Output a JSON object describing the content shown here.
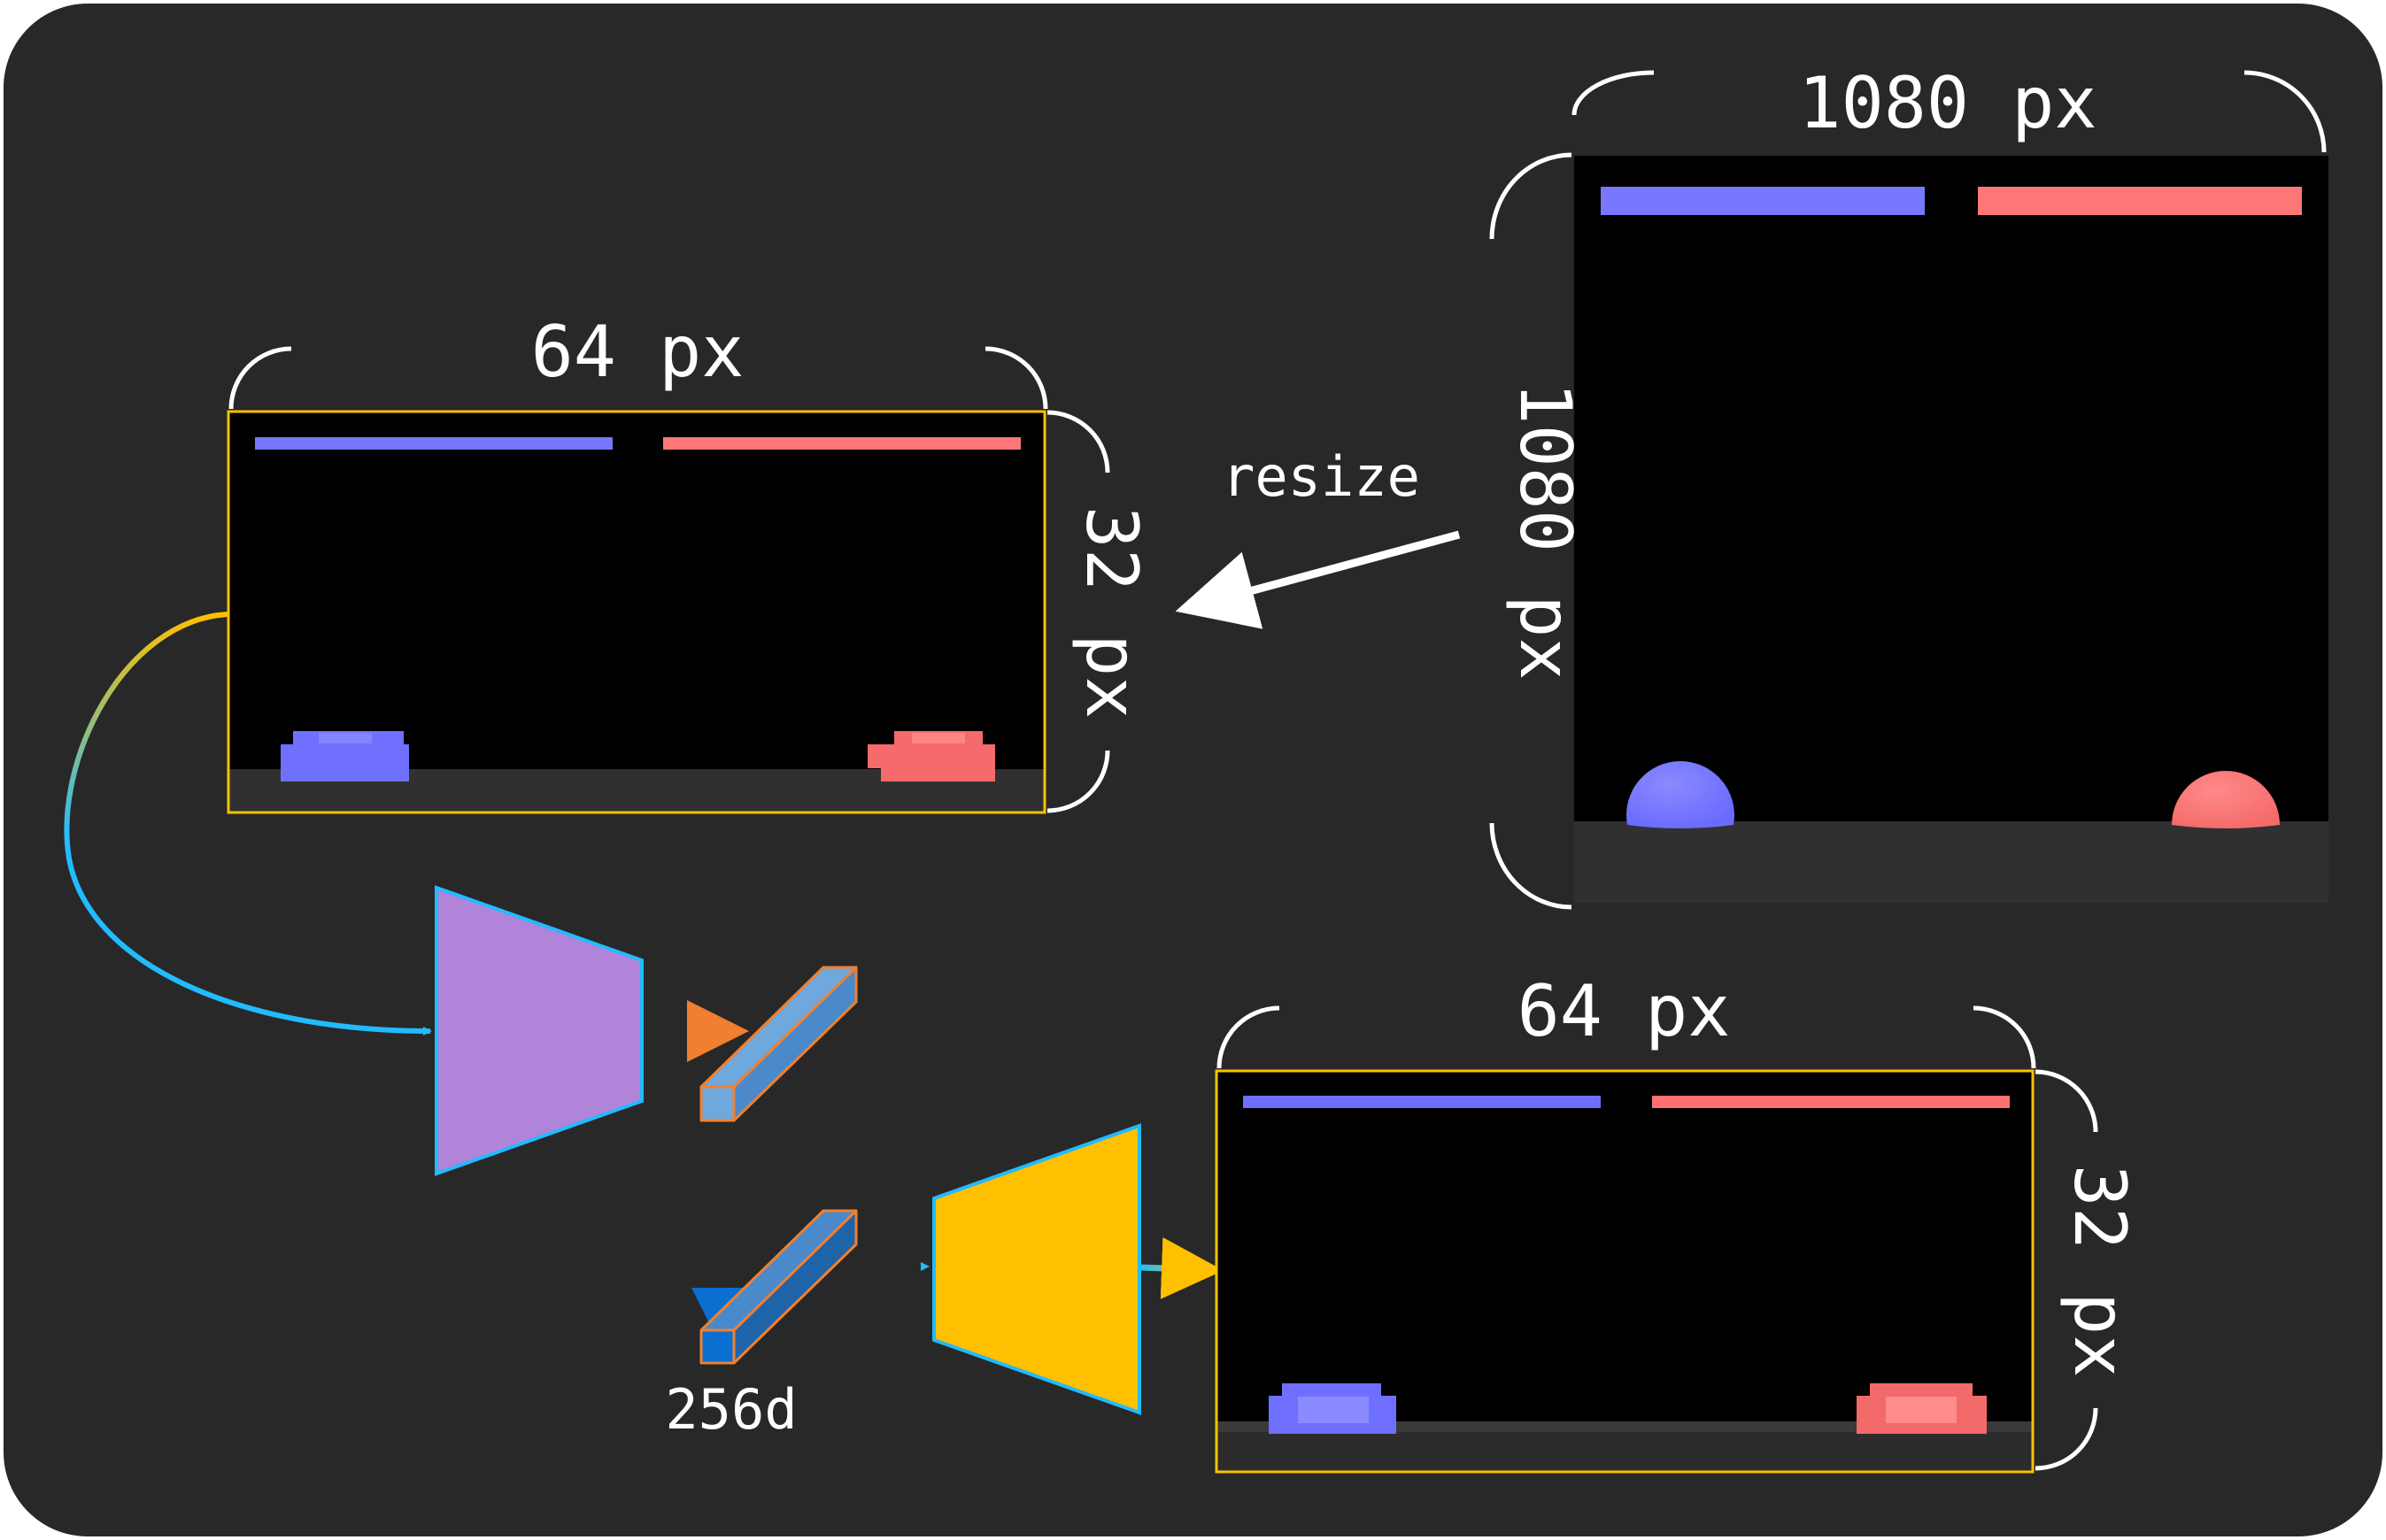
{
  "colors": {
    "background": "#282828",
    "frame_black": "#000000",
    "floor": "#2f2f2f",
    "blue_player": "#7777ff",
    "red_player": "#ff7777",
    "outline_yellow": "#ffc000",
    "encoder_purple": "#b084d9",
    "decoder_yellow": "#ffc000",
    "cyan_arrow": "#22bbff",
    "orange_arrow": "#f08030",
    "latent_light": "#6fa8dc",
    "latent_dark": "#2e75b6",
    "brace": "#ffffff"
  },
  "large_frame": {
    "width_label": "1080 px",
    "height_label": "1080 px"
  },
  "small_frame": {
    "width_label": "64 px",
    "height_label": "32 px"
  },
  "output_frame": {
    "width_label": "64 px",
    "height_label": "32 px"
  },
  "resize_label": "resize",
  "latent_label": "256d",
  "icons": {
    "encoder": "trapezoid-encoder-icon",
    "decoder": "trapezoid-decoder-icon",
    "latent": "bar-vector-icon"
  }
}
